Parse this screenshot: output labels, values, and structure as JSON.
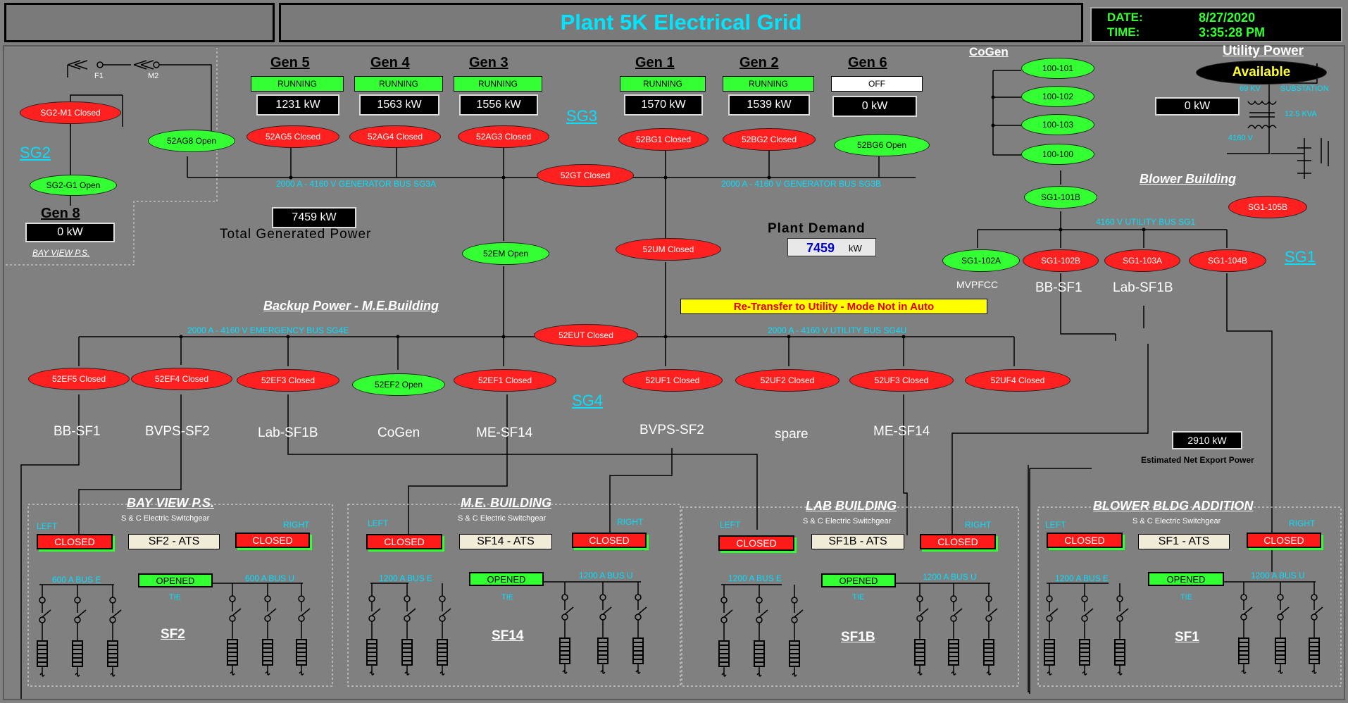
{
  "header": {
    "title": "Plant 5K Electrical Grid",
    "date_label": "DATE:",
    "date_value": "8/27/2020",
    "time_label": "TIME:",
    "time_value": "3:35:28 PM"
  },
  "generators": [
    {
      "name": "Gen 5",
      "status": "RUNNING",
      "kw": "1231 kW",
      "breaker": "52AG5 Closed"
    },
    {
      "name": "Gen 4",
      "status": "RUNNING",
      "kw": "1563 kW",
      "breaker": "52AG4 Closed"
    },
    {
      "name": "Gen 3",
      "status": "RUNNING",
      "kw": "1556 kW",
      "breaker": "52AG3 Closed"
    },
    {
      "name": "Gen 1",
      "status": "RUNNING",
      "kw": "1570 kW",
      "breaker": "52BG1 Closed"
    },
    {
      "name": "Gen 2",
      "status": "RUNNING",
      "kw": "1539 kW",
      "breaker": "52BG2 Closed"
    },
    {
      "name": "Gen 6",
      "status": "OFF",
      "kw": "0 kW",
      "breaker": "52BG6 Open"
    }
  ],
  "sg2": {
    "label": "SG2",
    "m1": "SG2-M1 Closed",
    "g1": "SG2-G1 Open",
    "f1": "F1",
    "m2": "M2",
    "gen8_name": "Gen 8",
    "gen8_kw": "0 kW",
    "bay_view": "BAY VIEW P.S."
  },
  "sg3": {
    "label": "SG3",
    "ag8": "52AG8 Open",
    "gt": "52GT Closed",
    "bus_a": "2000 A - 4160 V GENERATOR BUS SG3A",
    "bus_b": "2000 A - 4160 V GENERATOR BUS SG3B",
    "em": "52EM Open",
    "um": "52UM Closed"
  },
  "total_gen": {
    "kw": "7459 kW",
    "label": "Total Generated Power"
  },
  "plant_demand": {
    "label": "Plant Demand",
    "value": "7459",
    "unit": "kW"
  },
  "alarm": "Re-Transfer to Utility - Mode Not in Auto",
  "cogen": {
    "title": "CoGen",
    "items": [
      "100-101",
      "100-102",
      "100-103",
      "100-100"
    ]
  },
  "utility": {
    "title": "Utility Power",
    "status": "Available",
    "kv": "69 KV",
    "substation": "SUBSTATION",
    "kw": "0 kW",
    "kva": "12.5 KVA",
    "v": "4160 V"
  },
  "sg1": {
    "label": "SG1",
    "b101": "SG1-101B",
    "b105": "SG1-105B",
    "bus": "4160 V UTILITY BUS SG1",
    "b102a": "SG1-102A",
    "b102b": "SG1-102B",
    "b103a": "SG1-103A",
    "b104b": "SG1-104B",
    "mvpfcc": "MVPFCC",
    "bb": "BB-SF1",
    "lab": "Lab-SF1B",
    "blower_title": "Blower Building"
  },
  "sg4": {
    "label": "SG4",
    "backup_title": "Backup Power - M.E.Building",
    "bus_e": "2000 A - 4160 V EMERGENCY BUS SG4E",
    "bus_u": "2000 A - 4160 V UTILITY BUS SG4U",
    "eut": "52EUT Closed",
    "feeders": [
      {
        "breaker": "52EF5 Closed",
        "load": "BB-SF1",
        "closed": true
      },
      {
        "breaker": "52EF4 Closed",
        "load": "BVPS-SF2",
        "closed": true
      },
      {
        "breaker": "52EF3 Closed",
        "load": "Lab-SF1B",
        "closed": true
      },
      {
        "breaker": "52EF2 Open",
        "load": "CoGen",
        "closed": false
      },
      {
        "breaker": "52EF1 Closed",
        "load": "ME-SF14",
        "closed": true
      },
      {
        "breaker": "52UF1 Closed",
        "load": "BVPS-SF2",
        "closed": true
      },
      {
        "breaker": "52UF2 Closed",
        "load": "spare",
        "closed": true
      },
      {
        "breaker": "52UF3 Closed",
        "load": "ME-SF14",
        "closed": true
      },
      {
        "breaker": "52UF4 Closed",
        "load": "",
        "closed": true
      }
    ]
  },
  "export": {
    "kw": "2910 kW",
    "label": "Estimated Net Export Power"
  },
  "switchgear": [
    {
      "title": "BAY VIEW P.S.",
      "maker": "S & C Electric Switchgear",
      "left": "LEFT",
      "right": "RIGHT",
      "left_brk": "CLOSED",
      "ats": "SF2 - ATS",
      "right_brk": "CLOSED",
      "bus_e": "600 A BUS E",
      "tie_state": "OPENED",
      "bus_u": "600 A BUS U",
      "tie": "TIE",
      "name": "SF2"
    },
    {
      "title": "M.E. BUILDING",
      "maker": "S & C Electric Switchgear",
      "left": "LEFT",
      "right": "RIGHT",
      "left_brk": "CLOSED",
      "ats": "SF14 - ATS",
      "right_brk": "CLOSED",
      "bus_e": "1200 A BUS E",
      "tie_state": "OPENED",
      "bus_u": "1200 A BUS U",
      "tie": "TIE",
      "name": "SF14"
    },
    {
      "title": "LAB BUILDING",
      "maker": "S & C Electric Switchgear",
      "left": "LEFT",
      "right": "RIGHT",
      "left_brk": "CLOSED",
      "ats": "SF1B - ATS",
      "right_brk": "CLOSED",
      "bus_e": "1200 A BUS E",
      "tie_state": "OPENED",
      "bus_u": "1200 A BUS U",
      "tie": "TIE",
      "name": "SF1B"
    },
    {
      "title": "BLOWER BLDG ADDITION",
      "maker": "S & C Electric Switchgear",
      "left": "LEFT",
      "right": "RIGHT",
      "left_brk": "CLOSED",
      "ats": "SF1 - ATS",
      "right_brk": "CLOSED",
      "bus_e": "1200 A BUS E",
      "tie_state": "OPENED",
      "bus_u": "1200 A BUS U",
      "tie": "TIE",
      "name": "SF1"
    }
  ],
  "colors": {
    "background": "#808080",
    "closed": "#ff2020",
    "open": "#33ff33",
    "bus_label": "#00e0ff",
    "title": "#00e5ff"
  }
}
